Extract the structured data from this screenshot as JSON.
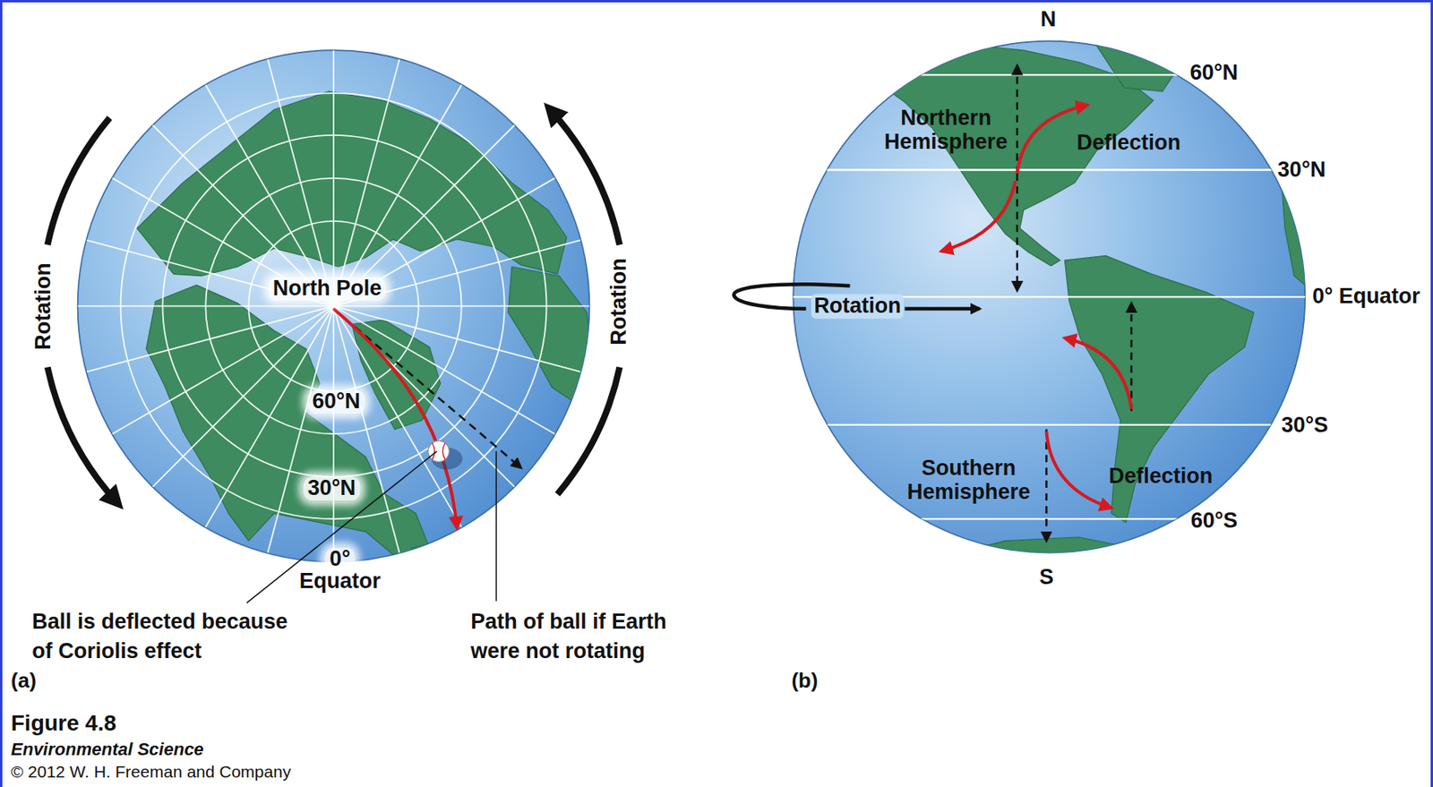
{
  "diagram": {
    "caption": "Figure 4.8",
    "labels": [
      "Rotation",
      "North Pole",
      "Rotation",
      "60°N",
      "30°N",
      "0°",
      "Equator",
      "Ball is deflected because of Coriolis effect",
      "Path of ball if Earth were not rotating",
      "(a)",
      "N",
      "60°N",
      "Northern Hemisphere",
      "Deflection",
      "30°N",
      "Rotation",
      "0° Equator",
      "30°S",
      "Southern Hemisphere",
      "Deflection",
      "60°S",
      "S",
      "(b)",
      "Environmental Science",
      "© 2012 W. H. Freeman and Company"
    ]
  }
}
